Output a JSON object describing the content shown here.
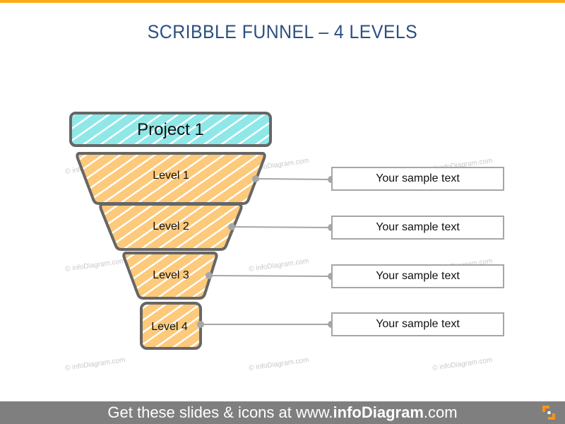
{
  "slide": {
    "title": "SCRIBBLE FUNNEL – 4 LEVELS",
    "accent_color": "#fbab18",
    "title_color": "#2b4f80"
  },
  "funnel": {
    "project": {
      "label": "Project 1",
      "fill": "#8ee8e8",
      "stroke": "#666666"
    },
    "levels": [
      {
        "label": "Level 1",
        "fill": "#fdc97a",
        "text": "Your sample text"
      },
      {
        "label": "Level 2",
        "fill": "#fdc97a",
        "text": "Your sample text"
      },
      {
        "label": "Level 3",
        "fill": "#fdc97a",
        "text": "Your sample text"
      },
      {
        "label": "Level 4",
        "fill": "#fdc97a",
        "text": "Your sample text"
      }
    ],
    "connector_color": "#a6a6a6"
  },
  "watermark": {
    "text": "© infoDiagram.com"
  },
  "footer": {
    "prefix": "Get these slides & icons at www.",
    "brand": "infoDiagram",
    "suffix": ".com",
    "bg_color": "#7f7f7f"
  },
  "logo": {
    "icon": "infodiagram-logo-icon"
  }
}
